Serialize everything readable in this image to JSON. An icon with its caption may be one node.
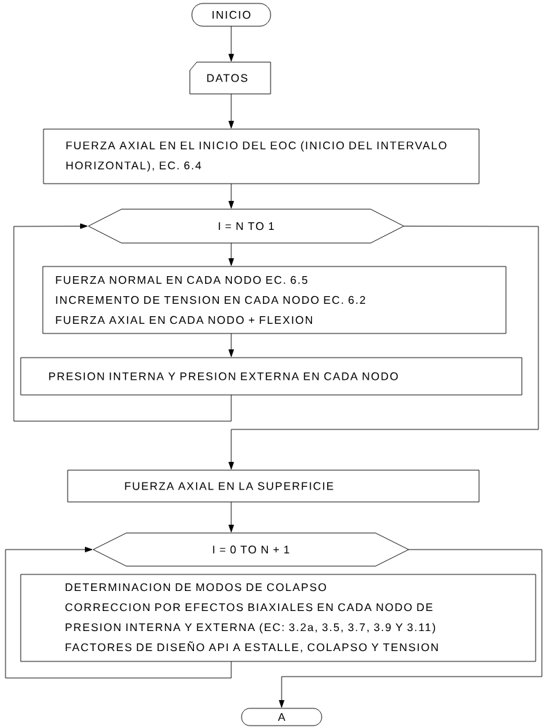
{
  "diagram": {
    "nodes": [
      {
        "text": [
          "INICIO"
        ]
      },
      {
        "text": [
          "DATOS"
        ]
      },
      {
        "text": [
          "FUERZA AXIAL EN EL INICIO DEL EOC (INICIO DEL INTERVALO HORIZONTAL), EC. 6.4"
        ]
      },
      {
        "text": [
          "I = N TO 1"
        ]
      },
      {
        "text": [
          "FUERZA NORMAL EN CADA NODO EC. 6.5",
          "INCREMENTO DE TENSION EN CADA NODO EC. 6.2",
          "FUERZA AXIAL EN CADA NODO + FLEXION"
        ]
      },
      {
        "text": [
          "PRESION INTERNA Y PRESION EXTERNA EN CADA NODO"
        ]
      },
      {
        "text": [
          "FUERZA AXIAL EN LA SUPERFICIE"
        ]
      },
      {
        "text": [
          "I = 0 TO N + 1"
        ]
      },
      {
        "text": [
          "DETERMINACION DE MODOS DE COLAPSO",
          "CORRECCION POR EFECTOS BIAXIALES EN CADA NODO DE",
          "PRESION INTERNA Y EXTERNA (EC: 3.2a, 3.5, 3.7, 3.9 Y 3.11)",
          "FACTORES DE DISEÑO API A ESTALLE, COLAPSO Y TENSION"
        ]
      },
      {
        "text": [
          "A"
        ]
      }
    ],
    "edges": [
      {
        "from": 0,
        "to": 1,
        "arrow": "to"
      },
      {
        "from": 1,
        "to": 2,
        "arrow": "to"
      },
      {
        "from": 2,
        "to": 3,
        "arrow": "to"
      },
      {
        "from": 3,
        "to": 4,
        "arrow": "to"
      },
      {
        "from": 4,
        "to": 5,
        "arrow": "to"
      },
      {
        "from": 5,
        "to": 3,
        "arrow": "to"
      },
      {
        "from": 3,
        "to": 6,
        "arrow": "to"
      },
      {
        "from": 6,
        "to": 7,
        "arrow": "to"
      },
      {
        "from": 8,
        "to": 7,
        "arrow": "to"
      },
      {
        "from": 7,
        "to": 9,
        "arrow": "to"
      }
    ]
  }
}
